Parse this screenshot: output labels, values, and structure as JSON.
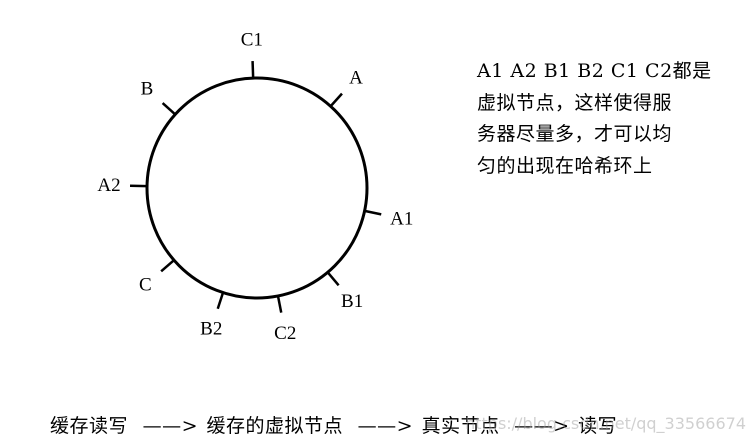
{
  "ring": {
    "nodes": [
      {
        "label": "C1",
        "angle": 92
      },
      {
        "label": "A",
        "angle": 48
      },
      {
        "label": "A1",
        "angle": -12
      },
      {
        "label": "B1",
        "angle": -50
      },
      {
        "label": "C2",
        "angle": -79
      },
      {
        "label": "B2",
        "angle": -108
      },
      {
        "label": "C",
        "angle": -139
      },
      {
        "label": "A2",
        "angle": 179
      },
      {
        "label": "B",
        "angle": 138
      }
    ]
  },
  "note": {
    "lines": [
      "A1 A2 B1 B2 C1 C2都是",
      "虚拟节点，这样使得服",
      "务器尽量多，才可以均",
      "匀的出现在哈希环上"
    ]
  },
  "flow": {
    "step1": "缓存读写",
    "arrow1": "——>",
    "step2": "缓存的虚拟节点",
    "arrow2": "——>",
    "step3": "真实节点",
    "arrow3": "——>",
    "step4": "读写"
  },
  "watermark": "https://blog.csdn.net/qq_33566674"
}
